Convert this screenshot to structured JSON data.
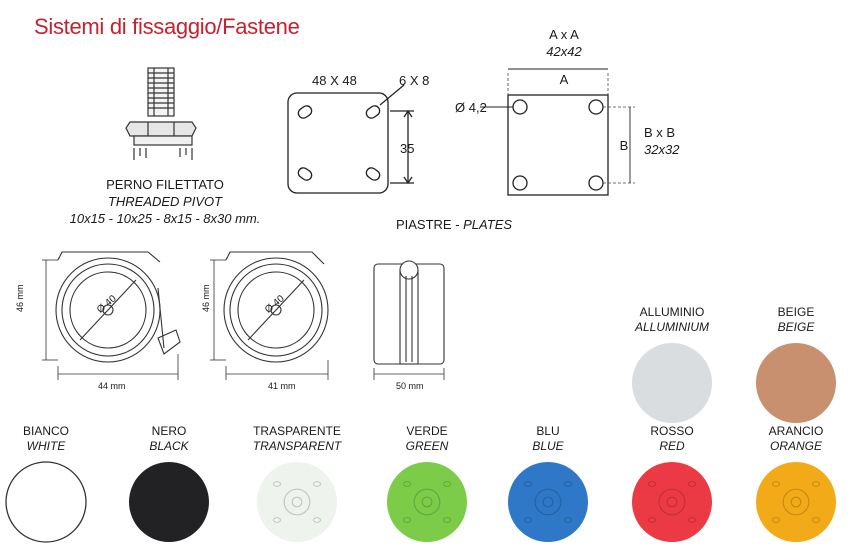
{
  "title": "Sistemi di fissaggio/Fastene",
  "pivot": {
    "line1": "PERNO FILETTATO",
    "line2": "THREADED PIVOT",
    "sizes": "10x15 - 10x25 - 8x15 - 8x30 mm."
  },
  "plate1": {
    "size": "48 X 48",
    "hole": "6 X 8",
    "spacing": "35"
  },
  "plate2": {
    "axa": "A x A",
    "axa_val": "42x42",
    "a": "A",
    "hole": "Ø 4,2",
    "b": "B",
    "bxb": "B x B",
    "bxb_val": "32x32"
  },
  "plates_caption": {
    "it": "PIASTRE - ",
    "en": "PLATES"
  },
  "wheels": {
    "wheel1": {
      "height": "46 mm",
      "diameter": "Ø 40",
      "width": "44 mm"
    },
    "wheel2": {
      "height": "46 mm",
      "diameter": "Ø 40",
      "width": "41 mm"
    },
    "side": {
      "width": "50 mm"
    }
  },
  "colors_top": [
    {
      "it": "ALLUMINIO",
      "en": "ALLUMINIUM",
      "hex": "#d9dde0"
    },
    {
      "it": "BEIGE",
      "en": "BEIGE",
      "hex": "#c8906f"
    }
  ],
  "colors_bottom": [
    {
      "it": "BIANCO",
      "en": "WHITE",
      "hex": "#ffffff"
    },
    {
      "it": "NERO",
      "en": "BLACK",
      "hex": "#222224"
    },
    {
      "it": "TRASPARENTE",
      "en": "TRANSPARENT",
      "hex": "#eef3ee"
    },
    {
      "it": "VERDE",
      "en": "GREEN",
      "hex": "#7ccc4a"
    },
    {
      "it": "BLU",
      "en": "BLUE",
      "hex": "#2f78c8"
    },
    {
      "it": "ROSSO",
      "en": "RED",
      "hex": "#ec3a44"
    },
    {
      "it": "ARANCIO",
      "en": "ORANGE",
      "hex": "#f3aa18"
    }
  ]
}
